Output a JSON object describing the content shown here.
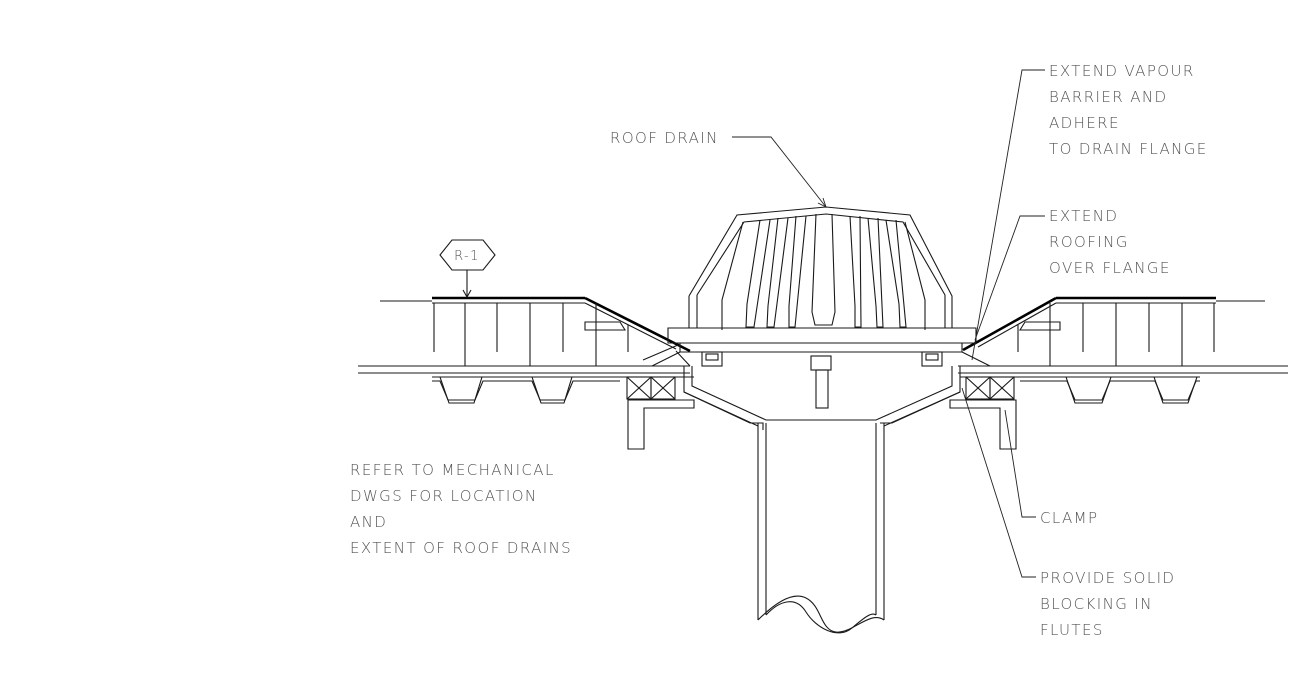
{
  "labels": {
    "roof_drain": "ROOF DRAIN",
    "vapour_barrier": [
      "EXTEND VAPOUR",
      "BARRIER AND",
      "ADHERE",
      "TO DRAIN FLANGE"
    ],
    "roofing": [
      "EXTEND",
      "ROOFING",
      "OVER FLANGE"
    ],
    "refer": [
      "REFER TO MECHANICAL",
      "DWGS FOR LOCATION",
      "AND",
      "EXTENT OF ROOF DRAINS"
    ],
    "clamp": "CLAMP",
    "blocking": [
      "PROVIDE SOLID",
      "BLOCKING IN",
      "FLUTES"
    ],
    "roof_tag": "R-1"
  },
  "colors": {
    "line": "#1a1a1a",
    "text": "#555555",
    "background": "#ffffff"
  }
}
